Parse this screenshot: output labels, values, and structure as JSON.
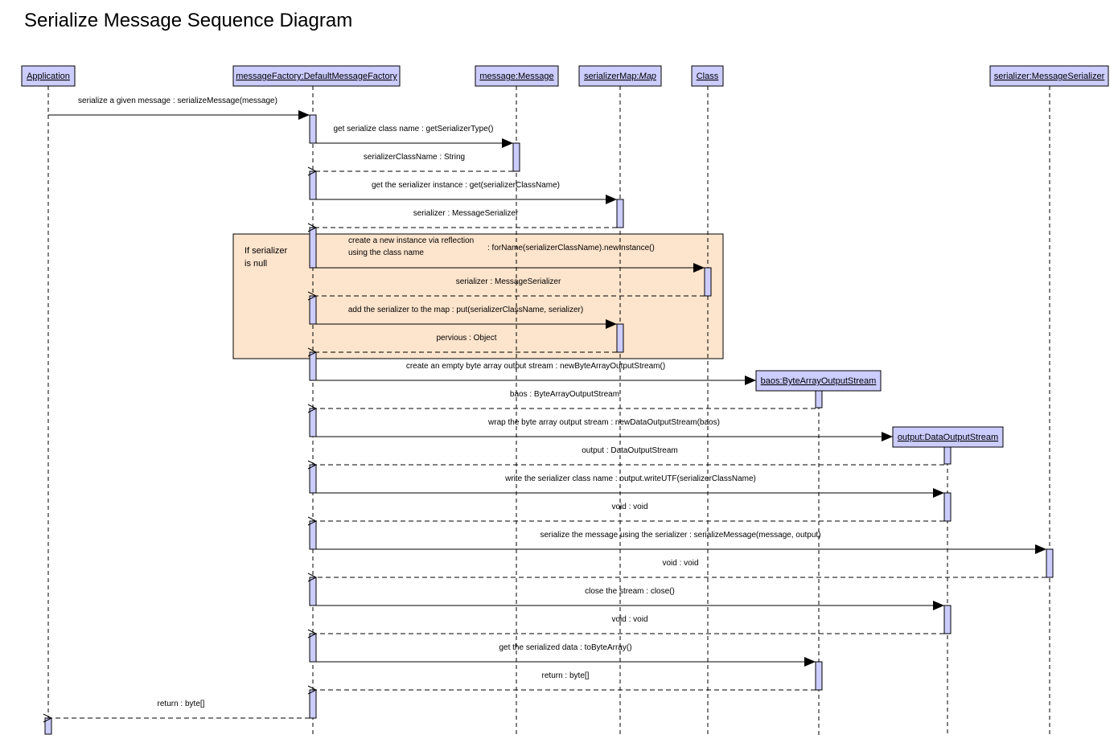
{
  "title": "Serialize Message Sequence Diagram",
  "colors": {
    "participant_fill": "#ccccff",
    "activation_fill": "#ccccff",
    "fragment_fill": "#fde4cc",
    "line": "#000000"
  },
  "participants": [
    {
      "id": "app",
      "label": "Application",
      "italic_part": ""
    },
    {
      "id": "factory",
      "label": "messageFactory:DefaultMessageFactory",
      "italic_part": ""
    },
    {
      "id": "message",
      "label": "message:Message",
      "italic_part": ""
    },
    {
      "id": "map",
      "label": "serializerMap:",
      "italic_part": "Map"
    },
    {
      "id": "class",
      "label": "Class",
      "italic_part": ""
    },
    {
      "id": "serializer",
      "label": "serializer:MessageSerializer",
      "italic_part": ""
    },
    {
      "id": "baos",
      "label": "baos:ByteArrayOutputStream",
      "italic_part": "",
      "created": true
    },
    {
      "id": "output",
      "label": "output:DataOutputStream",
      "italic_part": "",
      "created": true
    }
  ],
  "fragment": {
    "guard_line1": "If serializer",
    "guard_line2": "is null"
  },
  "messages": [
    {
      "from": "app",
      "to": "factory",
      "type": "call",
      "label": "serialize a given message : serializeMessage(message)"
    },
    {
      "from": "factory",
      "to": "message",
      "type": "call",
      "label": "get serialize class name : getSerializerType()"
    },
    {
      "from": "message",
      "to": "factory",
      "type": "return",
      "label": "serializerClassName : String"
    },
    {
      "from": "factory",
      "to": "map",
      "type": "call",
      "label": "get the serializer instance : get(serializerClassName)"
    },
    {
      "from": "map",
      "to": "factory",
      "type": "return",
      "label": "serializer : MessageSerializer"
    },
    {
      "from": "factory",
      "to": "class",
      "type": "call",
      "label_line1": "create a new instance via reflection",
      "label_line2": "using the class name",
      "label": " : forName(serializerClassName).newInstance()"
    },
    {
      "from": "class",
      "to": "factory",
      "type": "return",
      "label": "serializer : MessageSerializer"
    },
    {
      "from": "factory",
      "to": "map",
      "type": "call",
      "label": "add the serializer to the map : put(serializerClassName, serializer)"
    },
    {
      "from": "map",
      "to": "factory",
      "type": "return",
      "label": "pervious : Object"
    },
    {
      "from": "factory",
      "to": "baos",
      "type": "create",
      "label": "create an empty byte array output stream : newByteArrayOutputStream()"
    },
    {
      "from": "baos",
      "to": "factory",
      "type": "return",
      "label": "baos : ByteArrayOutputStream"
    },
    {
      "from": "factory",
      "to": "output",
      "type": "create",
      "label": "wrap the byte array output stream : newDataOutputStream(baos)"
    },
    {
      "from": "output",
      "to": "factory",
      "type": "return",
      "label": "output : DataOutputStream"
    },
    {
      "from": "factory",
      "to": "output",
      "type": "call",
      "label": "write the serializer class name : output.writeUTF(serializerClassName)"
    },
    {
      "from": "output",
      "to": "factory",
      "type": "return",
      "label": "void : void"
    },
    {
      "from": "factory",
      "to": "serializer",
      "type": "call",
      "label": "serialize the message using the serializer : serializeMessage(message, output)"
    },
    {
      "from": "serializer",
      "to": "factory",
      "type": "return",
      "label": "void : void"
    },
    {
      "from": "factory",
      "to": "output",
      "type": "call",
      "label": "close the stream : close()"
    },
    {
      "from": "output",
      "to": "factory",
      "type": "return",
      "label": "void : void"
    },
    {
      "from": "factory",
      "to": "baos",
      "type": "call",
      "label": "get the serialized data : toByteArray()"
    },
    {
      "from": "baos",
      "to": "factory",
      "type": "return",
      "label": "return : byte[]"
    },
    {
      "from": "factory",
      "to": "app",
      "type": "return",
      "label": "return : byte[]"
    }
  ]
}
